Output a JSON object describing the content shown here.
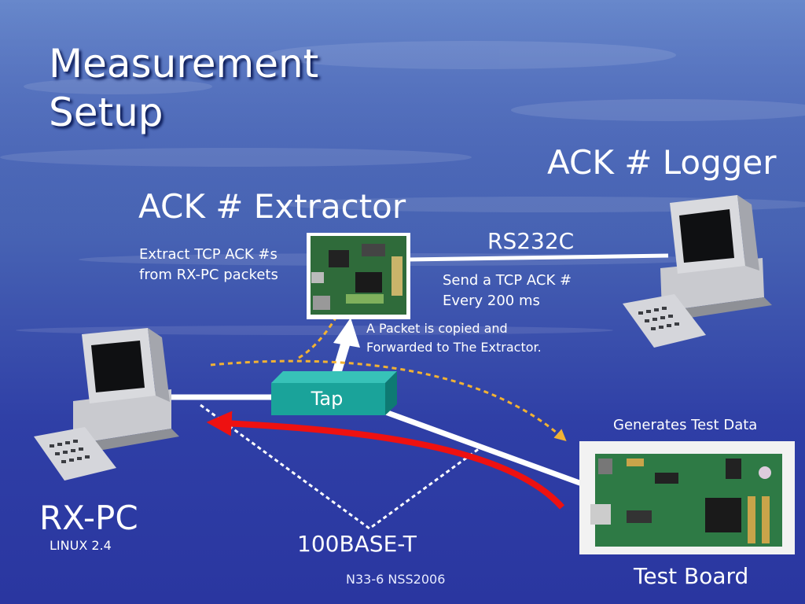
{
  "title": {
    "line1": "Measurement",
    "line2": "Setup"
  },
  "labels": {
    "ack_logger": "ACK # Logger",
    "ack_extractor": "ACK # Extractor",
    "extractor_desc_1": "Extract TCP ACK #s",
    "extractor_desc_2": "from RX-PC packets",
    "rs232c": "RS232C",
    "send_ack_1": "Send a TCP ACK #",
    "send_ack_2": "Every 200 ms",
    "packet_copy_1": "A Packet is copied and",
    "packet_copy_2": "Forwarded to The Extractor.",
    "generates": "Generates Test Data",
    "tap": "Tap",
    "rx_pc": "RX-PC",
    "linux": "LINUX 2.4",
    "base_t": "100BASE-T",
    "test_board": "Test Board",
    "footer": "N33-6 NSS2006"
  },
  "colors": {
    "tap": "#1aa39a",
    "arrow_red": "#ee1111",
    "dotted_orange": "#f2b233",
    "link_white": "#ffffff"
  }
}
